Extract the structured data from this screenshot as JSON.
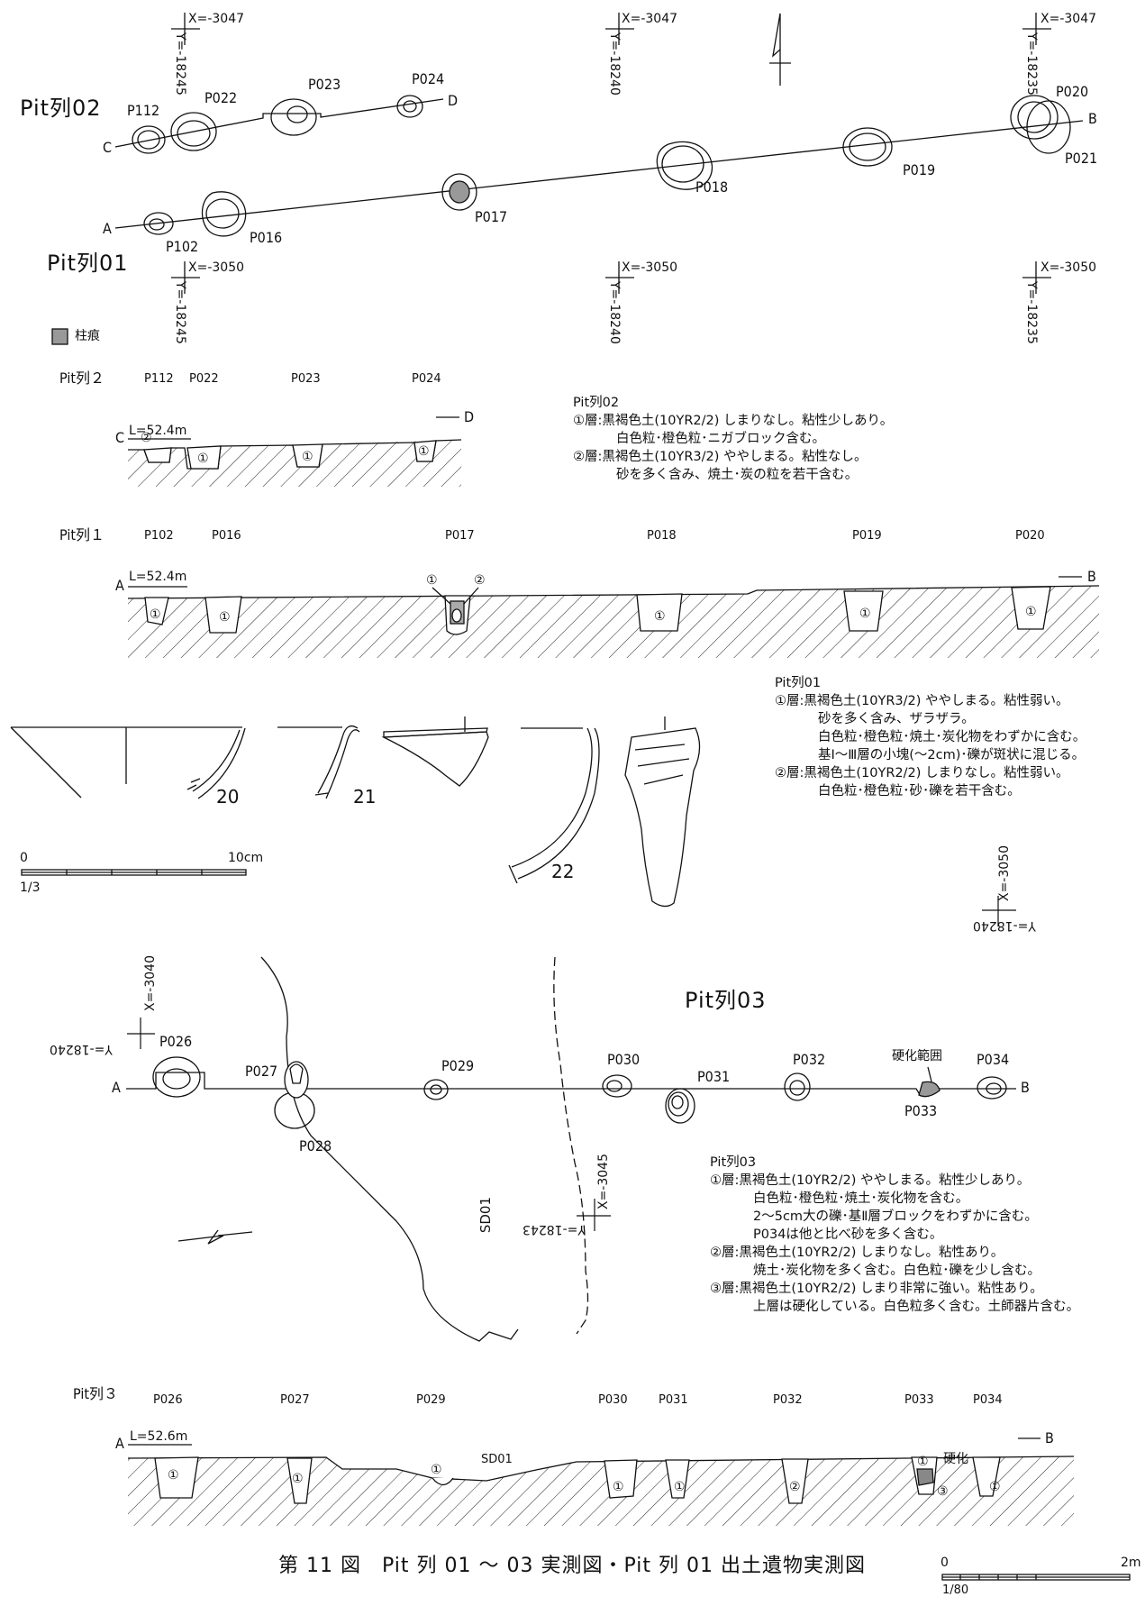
{
  "grid": {
    "x3047": "X=-3047",
    "x3050": "X=-3050",
    "x3040": "X=-3040",
    "x3045": "X=-3045",
    "y18245": "Y=-18245",
    "y18240": "Y=-18240",
    "y18235": "Y=-18235",
    "y18243": "Y=-18243"
  },
  "plan12": {
    "row02": "Pit列02",
    "row01": "Pit列01",
    "pits": [
      "P112",
      "P022",
      "P023",
      "P024",
      "P020",
      "P021",
      "P018",
      "P019",
      "P017",
      "P016",
      "P102"
    ],
    "pts": {
      "a": "A",
      "b": "B",
      "c": "C",
      "d": "D"
    },
    "legend": "柱痕"
  },
  "sec2": {
    "title": "Pit列２",
    "pits": [
      "P112",
      "P022",
      "P023",
      "P024"
    ],
    "level": "L=52.4m",
    "c": "C",
    "d": "D",
    "layers": [
      "②",
      "①",
      "①",
      "①"
    ]
  },
  "note02": {
    "title": "Pit列02",
    "l1": "①層:黒褐色土(10YR2/2) しまりなし。粘性少しあり。",
    "l1b": "白色粒･橙色粒･ニガブロック含む。",
    "l2": "②層:黒褐色土(10YR3/2) ややしまる。粘性なし。",
    "l2b": "砂を多く含み、焼土･炭の粒を若干含む。"
  },
  "sec1": {
    "title": "Pit列１",
    "pits": [
      "P102",
      "P016",
      "P017",
      "P018",
      "P019",
      "P020"
    ],
    "level": "L=52.4m",
    "a": "A",
    "b": "B",
    "layers": [
      "①",
      "①",
      "①",
      "②",
      "①",
      "①",
      "①"
    ]
  },
  "note01": {
    "title": "Pit列01",
    "l1": "①層:黒褐色土(10YR3/2) ややしまる。粘性弱い。",
    "l1b": "砂を多く含み、ザラザラ。",
    "l1c": "白色粒･橙色粒･焼土･炭化物をわずかに含む。",
    "l1d": "基Ⅰ～Ⅲ層の小塊(～2cm)･礫が斑状に混じる。",
    "l2": "②層:黒褐色土(10YR2/2) しまりなし。粘性弱い。",
    "l2b": "白色粒･橙色粒･砂･礫を若干含む。"
  },
  "artifacts": {
    "n20": "20",
    "n21": "21",
    "n22": "22"
  },
  "scale3": {
    "zero": "0",
    "max": "10cm",
    "ratio": "1/3"
  },
  "plan3": {
    "title": "Pit列03",
    "pits": [
      "P026",
      "P027",
      "P028",
      "P029",
      "P030",
      "P031",
      "P032",
      "P033",
      "P034"
    ],
    "hard": "硬化範囲",
    "sd": "SD01",
    "a": "A",
    "b": "B"
  },
  "note03": {
    "title": "Pit列03",
    "l1": "①層:黒褐色土(10YR2/2) ややしまる。粘性少しあり。",
    "l1b": "白色粒･橙色粒･焼土･炭化物を含む。",
    "l1c": "2～5cm大の礫･基Ⅱ層ブロックをわずかに含む。",
    "l1d": "P034は他と比べ砂を多く含む。",
    "l2": "②層:黒褐色土(10YR2/2) しまりなし。粘性あり。",
    "l2b": "焼土･炭化物を多く含む。白色粒･礫を少し含む。",
    "l3": "③層:黒褐色土(10YR2/2) しまり非常に強い。粘性あり。",
    "l3b": "上層は硬化している。白色粒多く含む。土師器片含む。"
  },
  "sec3": {
    "title": "Pit列３",
    "pits": [
      "P026",
      "P027",
      "P029",
      "P030",
      "P031",
      "P032",
      "P033",
      "P034"
    ],
    "level": "L=52.6m",
    "a": "A",
    "b": "B",
    "sd": "SD01",
    "hard": "硬化",
    "layers": [
      "①",
      "①",
      "①",
      "①",
      "①",
      "②",
      "①",
      "③",
      "①"
    ]
  },
  "scale80": {
    "zero": "0",
    "max": "2m",
    "ratio": "1/80"
  },
  "caption": "第 11 図　Pit 列 01 ～ 03 実測図・Pit 列 01 出土遺物実測図"
}
